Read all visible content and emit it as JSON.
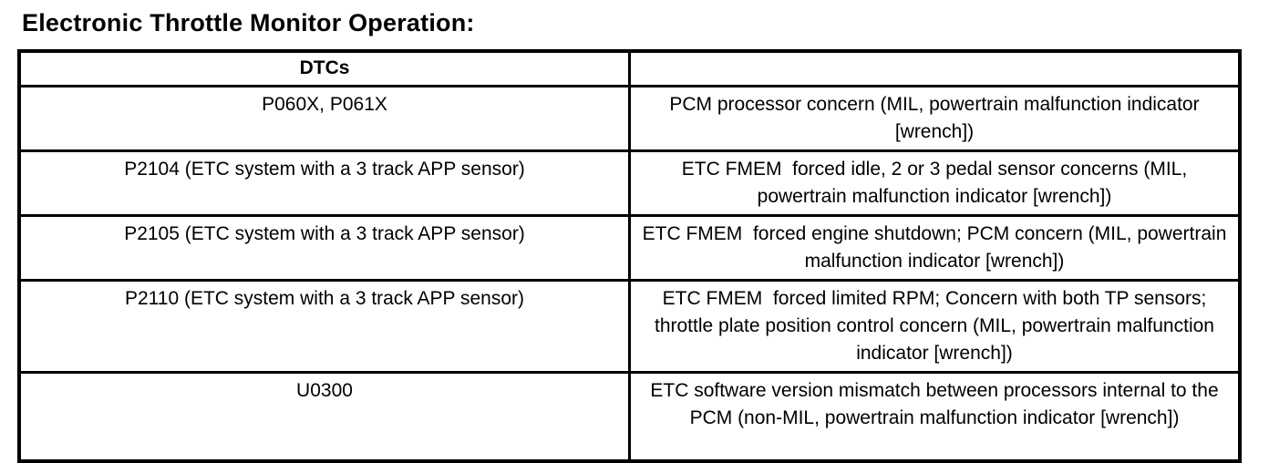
{
  "page": {
    "title": "Electronic Throttle Monitor Operation:"
  },
  "table": {
    "headers": {
      "dtcs": "DTCs",
      "description": ""
    },
    "rows": [
      {
        "dtc": "P060X, P061X",
        "description": "PCM processor concern (MIL, powertrain malfunction indicator [wrench])"
      },
      {
        "dtc": "P2104 (ETC system with a 3 track APP sensor)",
        "description": "ETC FMEM  forced idle, 2 or 3 pedal sensor concerns (MIL, powertrain malfunction indicator [wrench])"
      },
      {
        "dtc": "P2105 (ETC system with a 3 track APP sensor)",
        "description": "ETC FMEM  forced engine shutdown; PCM concern (MIL, powertrain malfunction indicator [wrench])"
      },
      {
        "dtc": "P2110 (ETC system with a 3 track APP sensor)",
        "description": "ETC FMEM  forced limited RPM; Concern with both TP sensors; throttle plate position control concern (MIL, powertrain malfunction indicator [wrench])"
      },
      {
        "dtc": "U0300",
        "description": "ETC software version mismatch between processors internal to the PCM (non-MIL, powertrain malfunction indicator [wrench])"
      }
    ]
  },
  "colors": {
    "text": "#000000",
    "background": "#ffffff",
    "border": "#000000"
  }
}
